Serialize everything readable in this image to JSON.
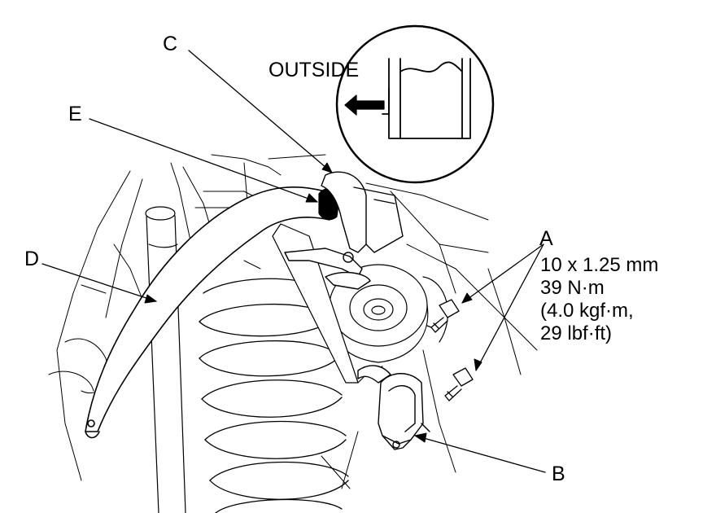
{
  "colors": {
    "ink": "#000000",
    "paper": "#ffffff"
  },
  "labels": {
    "outside": "OUTSIDE",
    "a": "A",
    "b": "B",
    "c": "C",
    "d": "D",
    "e": "E"
  },
  "spec_a": {
    "line1": "10 x 1.25 mm",
    "line2": "39 N·m",
    "line3": "(4.0 kgf·m,",
    "line4": "29 lbf·ft)"
  },
  "icons": [
    "outside-direction-arrow-icon"
  ]
}
